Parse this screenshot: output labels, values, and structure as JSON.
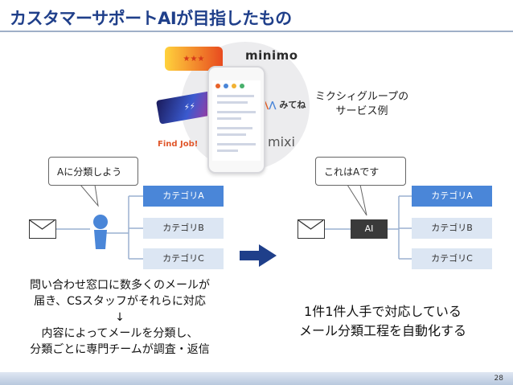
{
  "slide": {
    "title": "カスタマーサポートAIが目指したもの",
    "page_number": "28"
  },
  "services": {
    "caption_line1": "ミクシィグループの",
    "caption_line2": "サービス例",
    "logos": {
      "minimo": "minimo",
      "mitene": "みてね",
      "mixi": "mixi",
      "findjob": "Find Job!"
    }
  },
  "before": {
    "speech": "Aに分類しよう",
    "categories": [
      "カテゴリA",
      "カテゴリB",
      "カテゴリC"
    ],
    "active_index": 0,
    "desc_line1": "問い合わせ窓口に数多くのメールが",
    "desc_line2": "届き、CSスタッフがそれらに対応",
    "desc_arrow": "↓",
    "desc_line3": "内容によってメールを分類し、",
    "desc_line4": "分類ごとに専門チームが調査・返信"
  },
  "after": {
    "speech": "これはAです",
    "ai_label": "AI",
    "categories": [
      "カテゴリA",
      "カテゴリB",
      "カテゴリC"
    ],
    "active_index": 0,
    "desc_line1": "1件1件人手で対応している",
    "desc_line2": "メール分類工程を自動化する"
  },
  "colors": {
    "title": "#1f3f8a",
    "active_category": "#4a86d8",
    "inactive_category": "#dce6f3",
    "arrow": "#1f3f8a",
    "person": "#4a86d8"
  }
}
